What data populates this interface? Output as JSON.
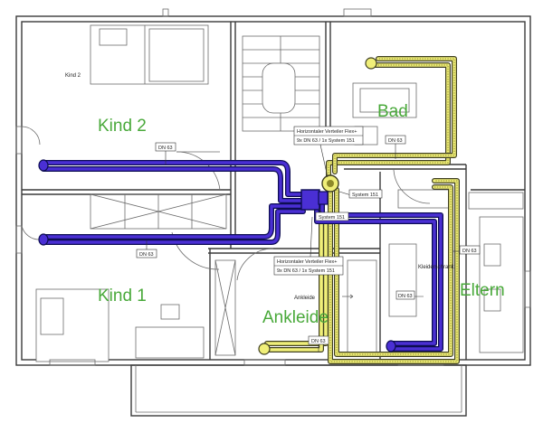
{
  "rooms": {
    "kind2": "Kind 2",
    "kind2_small": "Kind 2",
    "kind1": "Kind 1",
    "bad": "Bad",
    "eltern": "Eltern",
    "ankleide": "Ankleide",
    "ankleide_small": "Ankleide"
  },
  "distributor_top": {
    "line1": "Horizontaler Verteiler Flex+",
    "line2": "9x DN 63 / 1x System 151"
  },
  "distributor_bottom": {
    "line1": "Horizontaler Verteiler Flex+",
    "line2": "9x DN 63 / 1x System 151"
  },
  "tags": {
    "dn63_kind2": "DN 63",
    "dn63_kind1": "DN 63",
    "dn63_bad": "DN 63",
    "dn63_eltern": "DN 63",
    "dn63_ankleide_right": "DN 63",
    "dn63_bottom": "DN 63",
    "system151_right": "System 151",
    "system151_center": "System 151"
  },
  "wardrobe_label": "Kleiderschrank",
  "colors": {
    "room_label": "#49a93a",
    "duct_blue": "#4a2fd4",
    "duct_yellow": "#f0ef79"
  }
}
